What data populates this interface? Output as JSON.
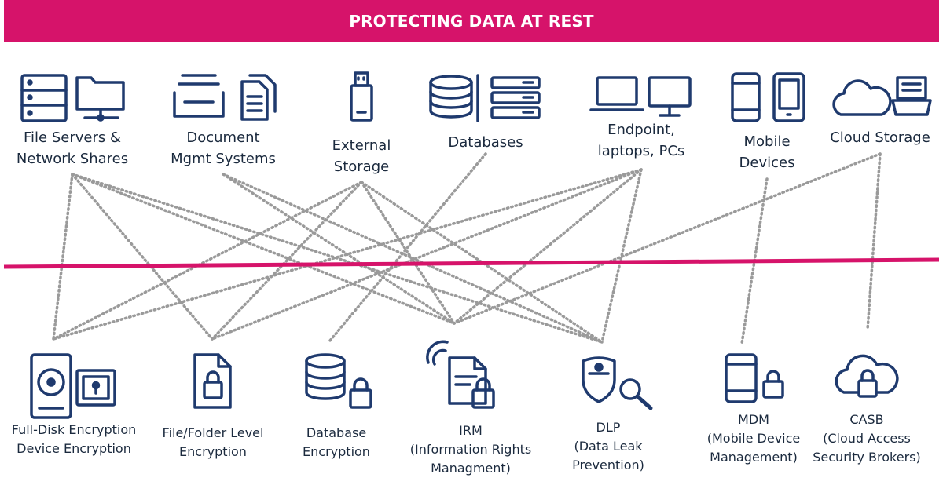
{
  "title": "PROTECTING DATA AT REST",
  "colors": {
    "accent": "#d6136a",
    "icon": "#1f3a6e",
    "text": "#1b2a3e",
    "dots": "#9a9a9a"
  },
  "sources": [
    {
      "id": "file-servers",
      "lines": [
        "File Servers &",
        "Network Shares"
      ],
      "icons": [
        "server-rack-icon",
        "network-folder-icon"
      ]
    },
    {
      "id": "document-mgmt",
      "lines": [
        "Document",
        "Mgmt Systems"
      ],
      "icons": [
        "printer-tray-icon",
        "documents-icon"
      ]
    },
    {
      "id": "external-storage",
      "lines": [
        "External",
        "Storage"
      ],
      "icons": [
        "usb-drive-icon"
      ]
    },
    {
      "id": "databases",
      "lines": [
        "Databases"
      ],
      "icons": [
        "database-icon",
        "server-stack-icon"
      ]
    },
    {
      "id": "endpoint",
      "lines": [
        "Endpoint,",
        "laptops, PCs"
      ],
      "icons": [
        "laptop-icon",
        "monitor-icon"
      ]
    },
    {
      "id": "mobile",
      "lines": [
        "Mobile",
        "Devices"
      ],
      "icons": [
        "phone-icon",
        "tablet-icon"
      ]
    },
    {
      "id": "cloud-storage",
      "lines": [
        "Cloud Storage"
      ],
      "icons": [
        "cloud-icon",
        "cloud-server-icon"
      ]
    }
  ],
  "controls": [
    {
      "id": "full-disk",
      "lines": [
        "Full-Disk Encryption",
        "Device Encryption"
      ],
      "icons": [
        "hard-disk-icon",
        "locked-safe-icon"
      ]
    },
    {
      "id": "file-folder",
      "lines": [
        "File/Folder Level",
        "Encryption"
      ],
      "icons": [
        "locked-file-icon"
      ]
    },
    {
      "id": "database-encryption",
      "lines": [
        "Database",
        "Encryption"
      ],
      "icons": [
        "locked-database-icon"
      ]
    },
    {
      "id": "irm",
      "lines": [
        "IRM",
        "(Information Rights",
        "Managment)"
      ],
      "icons": [
        "rights-managed-document-icon"
      ]
    },
    {
      "id": "dlp",
      "lines": [
        "DLP",
        "(Data Leak",
        "Prevention)"
      ],
      "icons": [
        "shield-magnifier-icon"
      ]
    },
    {
      "id": "mdm",
      "lines": [
        "MDM",
        "(Mobile Device",
        "Management)"
      ],
      "icons": [
        "locked-phone-icon"
      ]
    },
    {
      "id": "casb",
      "lines": [
        "CASB",
        "(Cloud Access",
        "Security Brokers)"
      ],
      "icons": [
        "locked-cloud-icon"
      ]
    }
  ],
  "connections": [
    [
      "file-servers",
      "full-disk"
    ],
    [
      "file-servers",
      "file-folder"
    ],
    [
      "file-servers",
      "irm"
    ],
    [
      "file-servers",
      "dlp"
    ],
    [
      "document-mgmt",
      "irm"
    ],
    [
      "document-mgmt",
      "dlp"
    ],
    [
      "external-storage",
      "full-disk"
    ],
    [
      "external-storage",
      "file-folder"
    ],
    [
      "external-storage",
      "irm"
    ],
    [
      "external-storage",
      "dlp"
    ],
    [
      "databases",
      "database-encryption"
    ],
    [
      "endpoint",
      "full-disk"
    ],
    [
      "endpoint",
      "file-folder"
    ],
    [
      "endpoint",
      "irm"
    ],
    [
      "endpoint",
      "dlp"
    ],
    [
      "mobile",
      "mdm"
    ],
    [
      "cloud-storage",
      "casb"
    ],
    [
      "cloud-storage",
      "irm"
    ]
  ]
}
